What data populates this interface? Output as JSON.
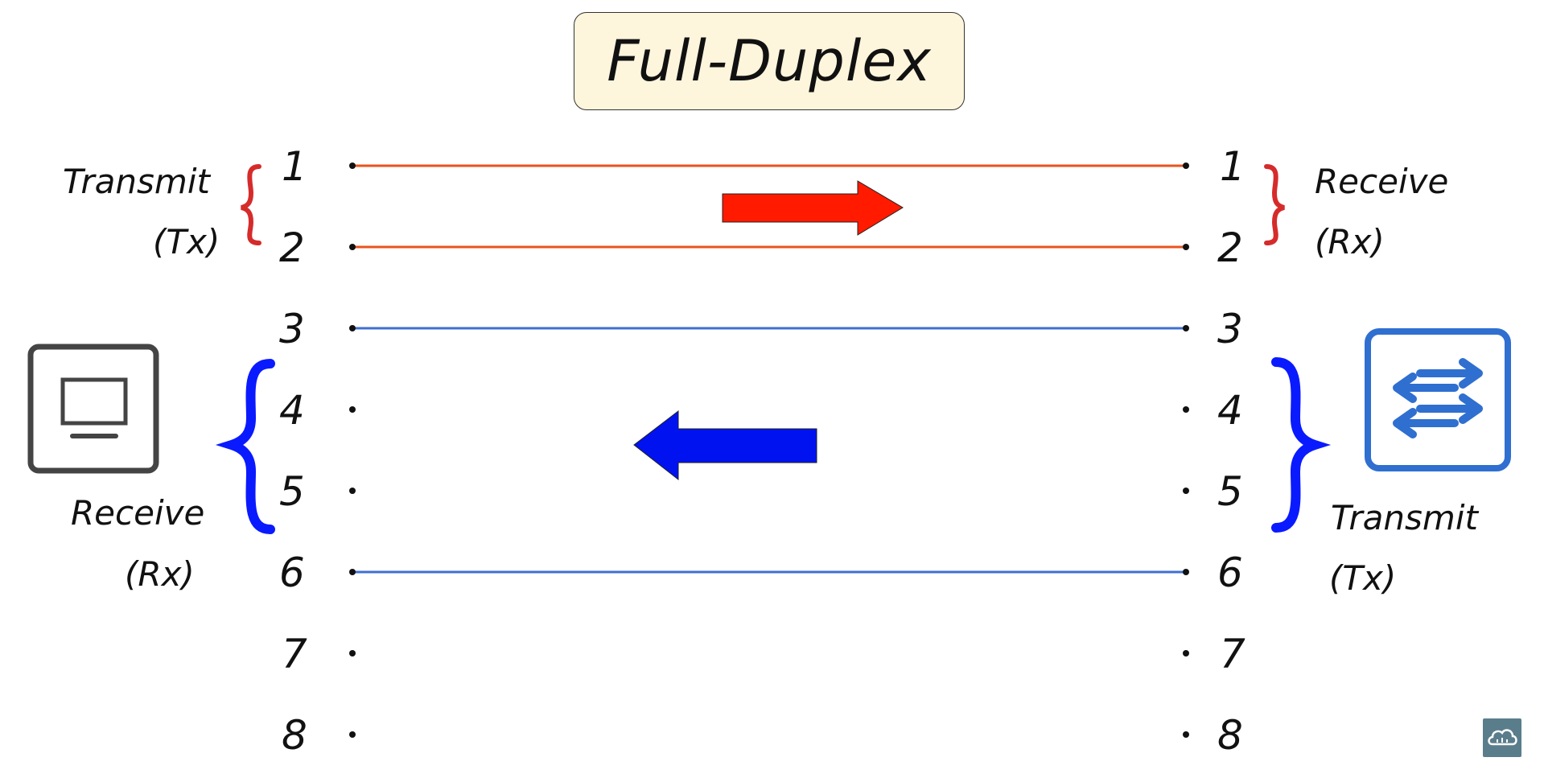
{
  "title": "Full-Duplex",
  "pins": [
    "1",
    "2",
    "3",
    "4",
    "5",
    "6",
    "7",
    "8"
  ],
  "left_tx": {
    "line1": "Transmit",
    "line2": "(Tx)"
  },
  "left_rx": {
    "line1": "Receive",
    "line2": "(Rx)"
  },
  "right_rx": {
    "line1": "Receive",
    "line2": "(Rx)"
  },
  "right_tx": {
    "line1": "Transmit",
    "line2": "(Tx)"
  },
  "colors": {
    "tx_pair": "#e8541e",
    "rx_pair": "#3f6fd1",
    "red_arrow": "#ff1a00",
    "blue_arrow": "#0012f0",
    "red_brace": "#d62b2b",
    "blue_brace": "#0a1aff",
    "pc_icon": "#444444",
    "switch_icon": "#2f6fd0"
  },
  "icons": {
    "left_device": "computer-icon",
    "right_device": "switch-icon",
    "corner": "cloud-logo-icon"
  }
}
